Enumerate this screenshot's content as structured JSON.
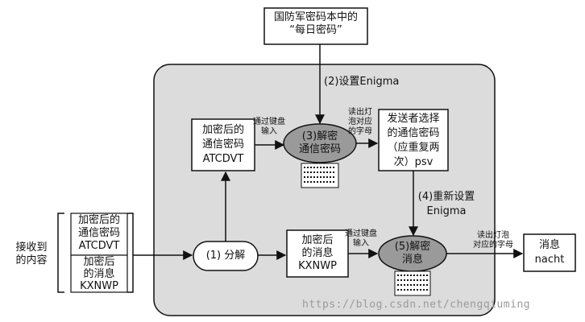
{
  "source_box": {
    "line1": "国防军密码本中的",
    "line2": "“每日密码”"
  },
  "step2": {
    "label": "(2)设置Enigma"
  },
  "received": {
    "side_label_1": "接收到",
    "side_label_2": "的内容",
    "block1": [
      "加密后的",
      "通信密码",
      "ATCDVT"
    ],
    "block2": [
      "加密后",
      "的消息",
      "KXNWP"
    ]
  },
  "step1": {
    "label": "(1) 分解"
  },
  "encrypted_code": [
    "加密后的",
    "通信密码",
    "ATCDVT"
  ],
  "encrypted_msg": [
    "加密后",
    "的消息",
    "KXNWP"
  ],
  "step3": {
    "line1": "(3)解密",
    "line2": "通信密码"
  },
  "step5": {
    "line1": "(5)解密",
    "line2": "消息"
  },
  "keyboard_input_1": [
    "通过键盘",
    "输入"
  ],
  "keyboard_input_2": [
    "通过键盘",
    "输入"
  ],
  "lamp_read_1": [
    "读出灯",
    "泡对应",
    "的字母"
  ],
  "lamp_read_2": [
    "读出灯泡",
    "对应的字母"
  ],
  "sender_code": [
    "发送者选择",
    "的通信密码",
    "（应重复两",
    "次）psv"
  ],
  "step4": {
    "line1": "(4)重新设置",
    "line2": "Enigma"
  },
  "result": {
    "line1": "消息",
    "line2": "nacht"
  },
  "watermark": "https://blog.csdn.net/chengqiuming",
  "colors": {
    "panel": "#dcdcdc",
    "oval": "#9a9a9a",
    "stroke": "#111111"
  }
}
